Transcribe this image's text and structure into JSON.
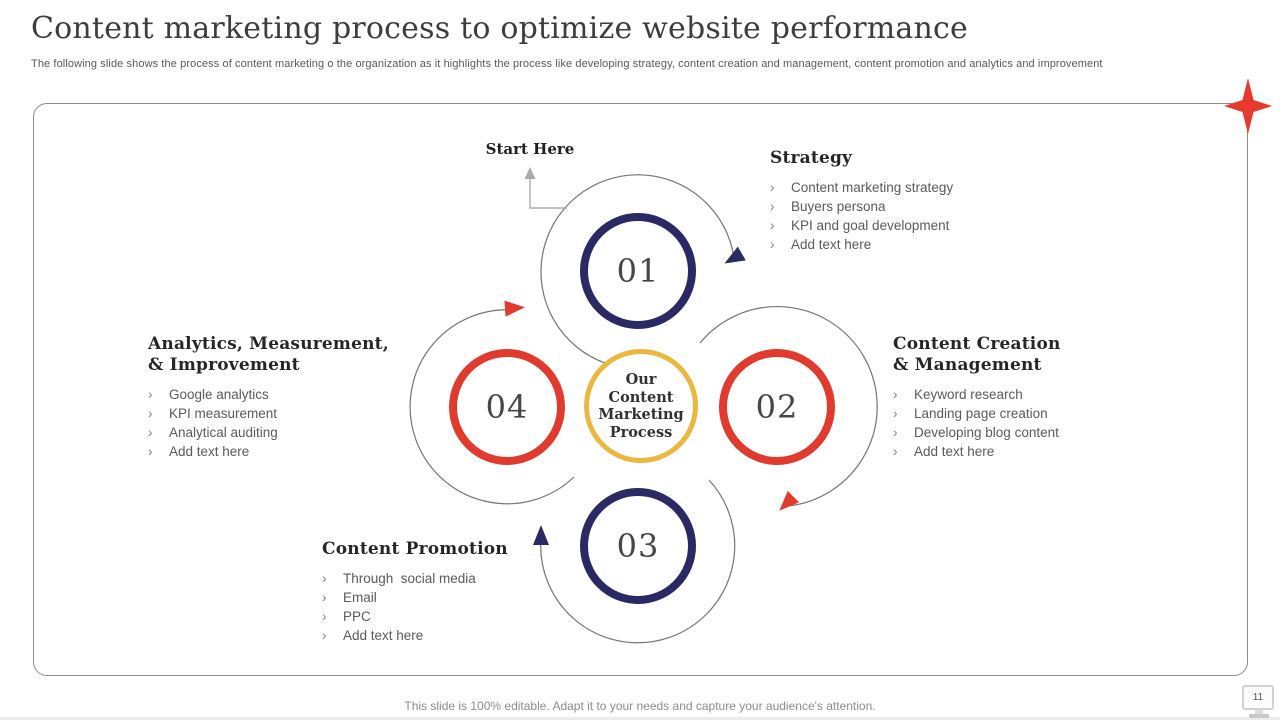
{
  "slide": {
    "title": "Content marketing process to optimize website performance",
    "subtitle": "The following slide shows the process of content marketing o the organization as it highlights the process like developing strategy, content creation and management, content promotion and analytics and improvement",
    "footer_note": "This slide is 100% editable. Adapt it to your needs and capture your audience's attention.",
    "page_number": "11"
  },
  "diagram": {
    "start_label": "Start Here",
    "bullet_char": "›",
    "center_circle": {
      "lines": [
        "Our",
        "Content",
        "Marketing",
        "Process"
      ]
    },
    "colors": {
      "navy": "#2b2964",
      "red": "#e13b30",
      "yellow": "#ecb73e",
      "arc_gray": "#757575",
      "start_arrow_gray": "#ababab",
      "star_red": "#e8392e"
    },
    "steps": [
      {
        "number": "01",
        "title_lines": [
          "Strategy"
        ],
        "accent": "navy",
        "items": [
          "Content marketing strategy",
          "Buyers persona",
          "KPI and goal development",
          "Add text here"
        ]
      },
      {
        "number": "02",
        "title_lines": [
          "Content Creation",
          "& Management"
        ],
        "accent": "red",
        "items": [
          "Keyword research",
          "Landing page creation",
          "Developing blog content",
          "Add text here"
        ]
      },
      {
        "number": "03",
        "title_lines": [
          "Content Promotion"
        ],
        "accent": "navy",
        "items": [
          "Through  social media",
          "Email",
          "PPC",
          "Add text here"
        ]
      },
      {
        "number": "04",
        "title_lines": [
          "Analytics, Measurement,",
          "& Improvement"
        ],
        "accent": "red",
        "items": [
          "Google analytics",
          "KPI measurement",
          "Analytical auditing",
          "Add text here"
        ]
      }
    ]
  }
}
